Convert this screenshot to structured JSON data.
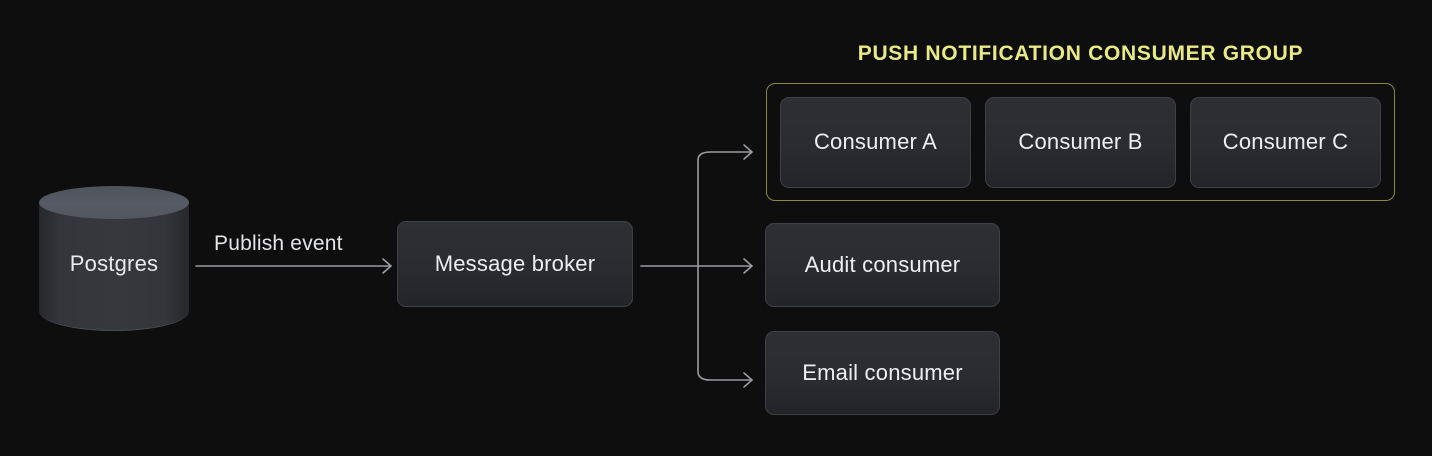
{
  "background_color": "#0e0e0e",
  "source": {
    "name": "postgres-database",
    "label": "Postgres",
    "shape": "cylinder",
    "top_color": "#565b65",
    "body_color": "#34363c",
    "text_color": "#e9eaec"
  },
  "edges": {
    "publish_label": "Publish event",
    "stroke_color": "#9a9ca1",
    "arrowhead": "open-chevron"
  },
  "broker": {
    "name": "message-broker",
    "label": "Message broker"
  },
  "consumer_group": {
    "title": "PUSH NOTIFICATION CONSUMER GROUP",
    "title_color": "#e9ea86",
    "border_color": "#8a8a3e",
    "consumers": [
      {
        "label": "Consumer A"
      },
      {
        "label": "Consumer B"
      },
      {
        "label": "Consumer C"
      }
    ]
  },
  "standalone_consumers": [
    {
      "name": "audit-consumer",
      "label": "Audit consumer"
    },
    {
      "name": "email-consumer",
      "label": "Email consumer"
    }
  ],
  "node_style": {
    "fill_top": "#2d2f35",
    "fill_bottom": "#232429",
    "border_color": "#3d4046",
    "text_color": "#eceef0"
  }
}
